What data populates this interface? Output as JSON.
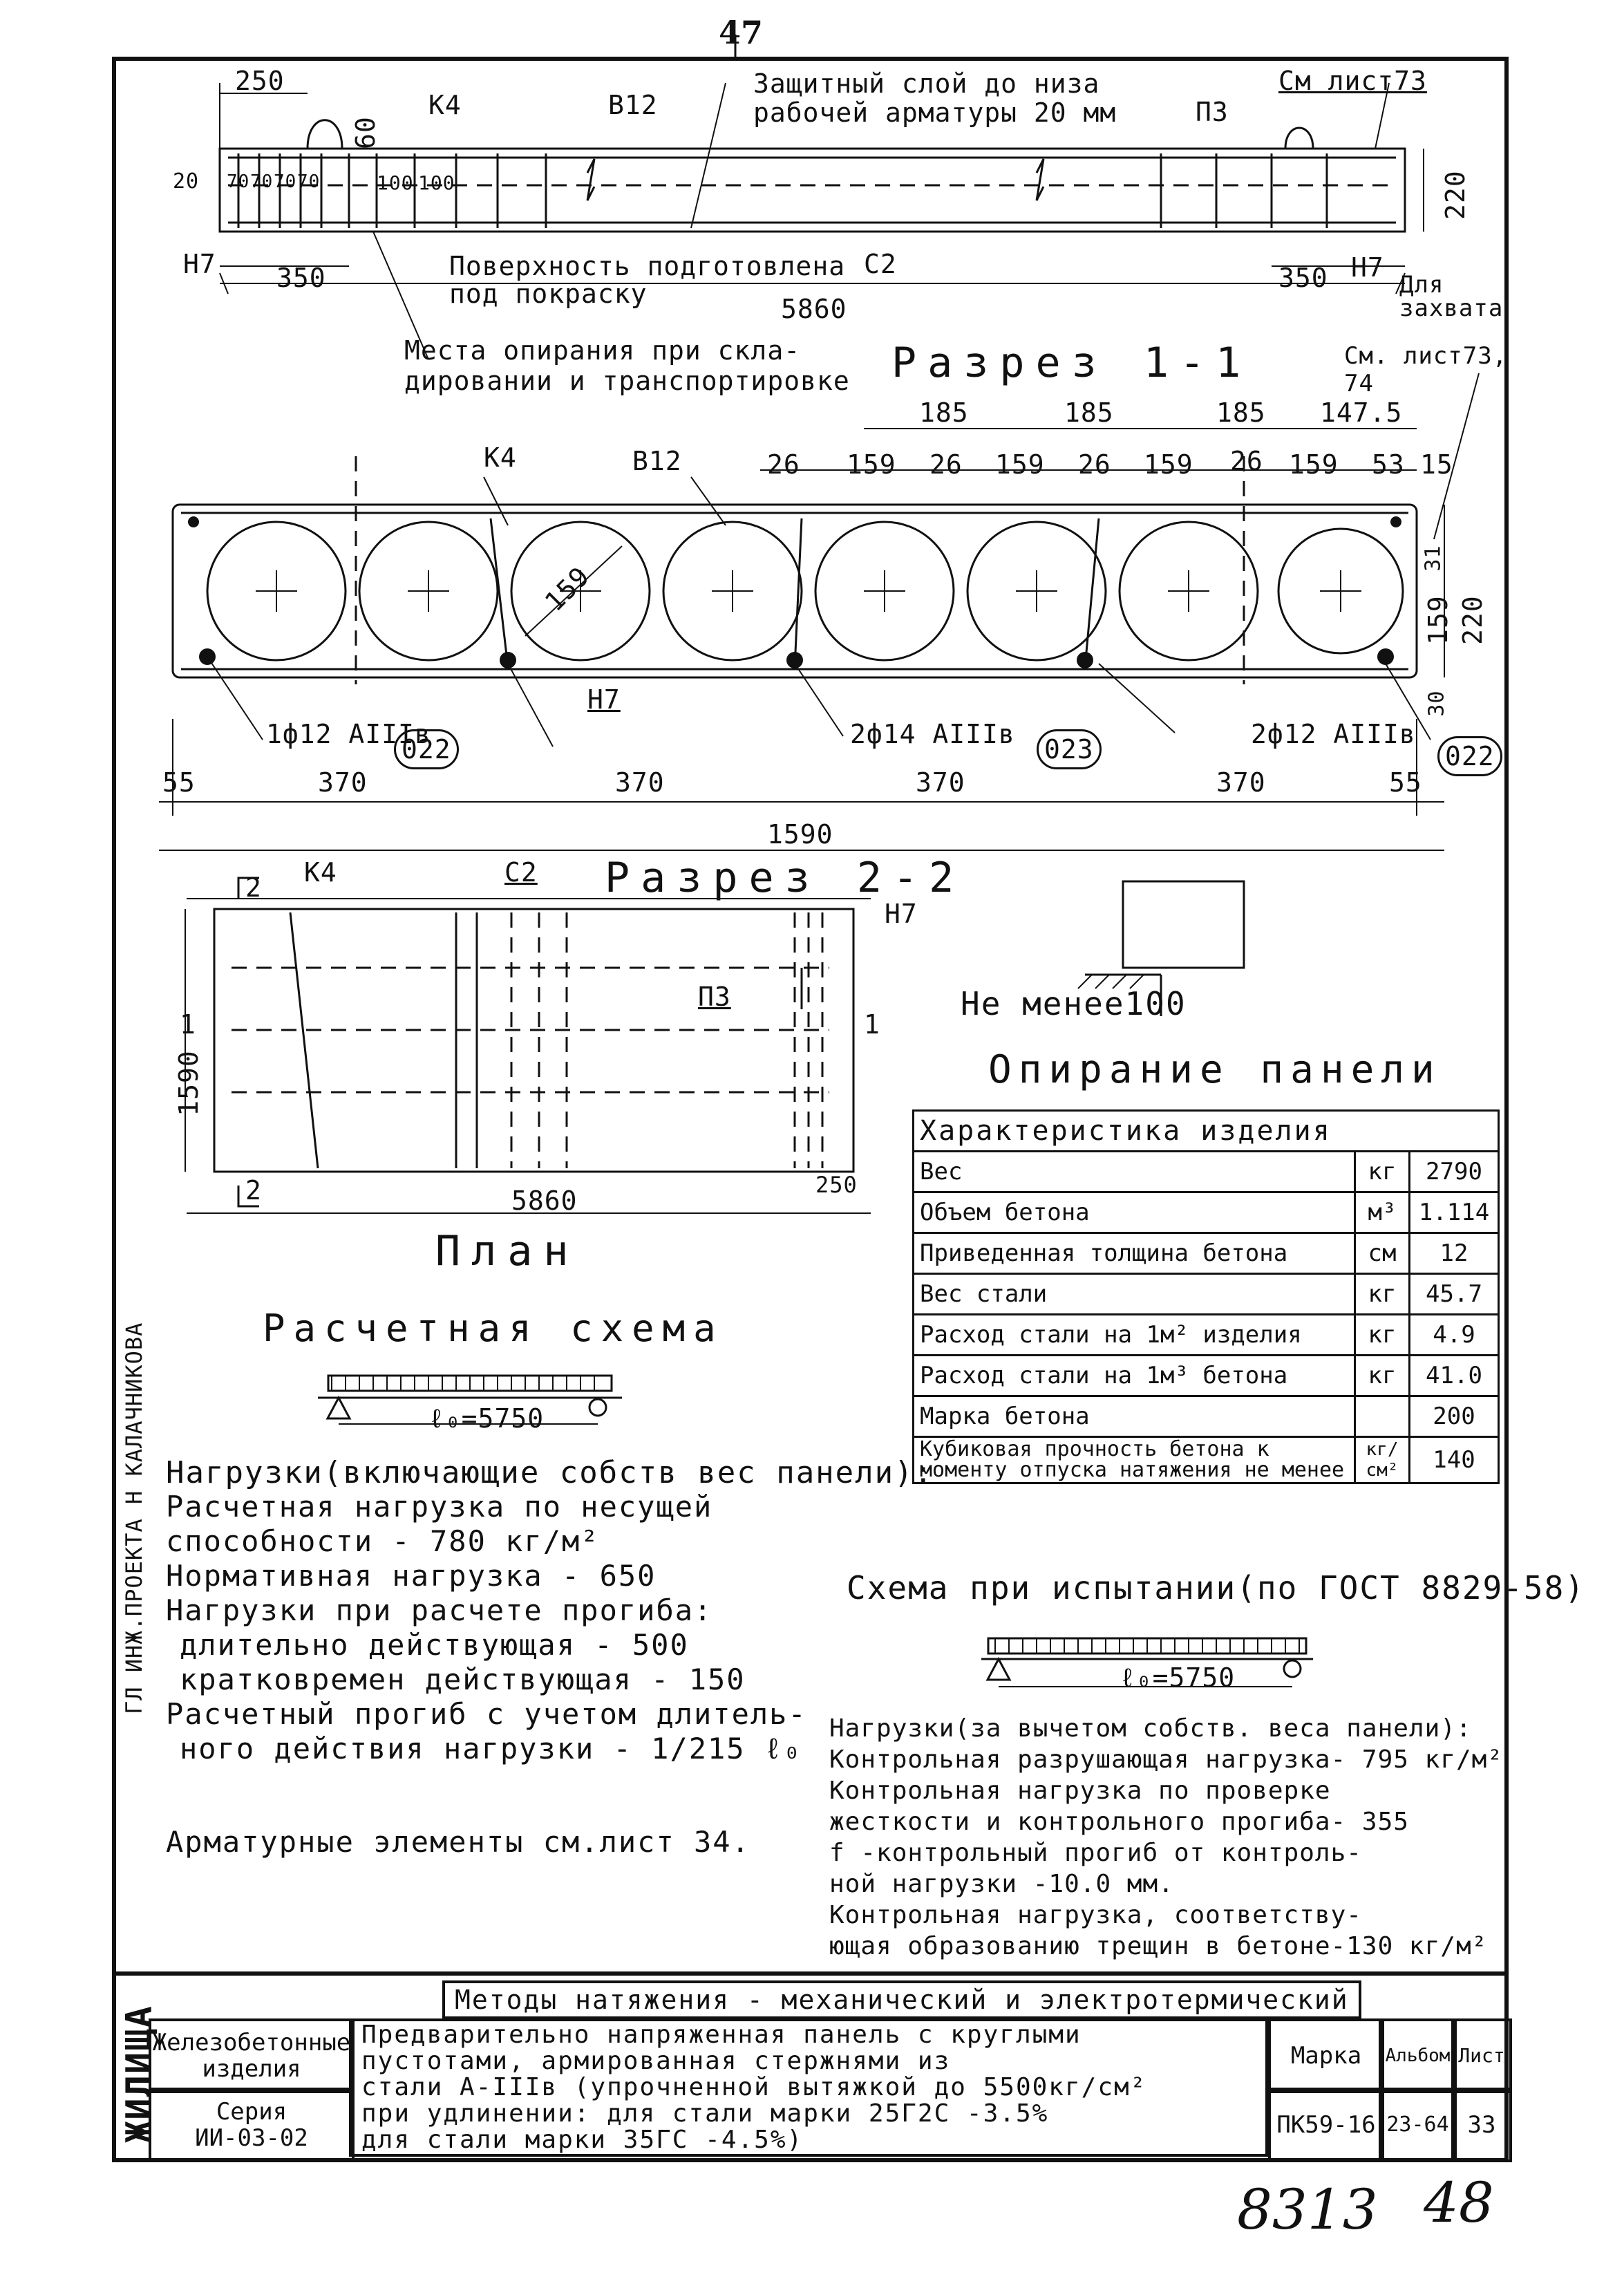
{
  "page": {
    "top_number": "47",
    "handwritten_numbers": [
      "8313",
      "48"
    ],
    "left_margin_vertical": "ГЛ ИНЖ.ПРОЕКТА          Н КАЛАЧНИКОВА",
    "left_margin_bottom_vertical": "ЖИЛИЩА"
  },
  "elevation": {
    "dims_top": [
      "250",
      "60"
    ],
    "labels": [
      "К4",
      "В12",
      "П3",
      "Н7",
      "Н7",
      "С2"
    ],
    "spacing": [
      "20",
      "70",
      "70",
      "70",
      "70",
      "100",
      "100"
    ],
    "height": "220",
    "support_dims": [
      "350",
      "350"
    ],
    "length": "5860",
    "note_protective_layer": "Защитный слой до низа\nрабочей арматуры 20 мм",
    "note_sheet": "См лист73",
    "note_surface": "Поверхность подготовлена\nпод покраску",
    "note_supports": "Места опирания при скла-\nдировании и транспортировке",
    "note_grip": "Для\nзахвата"
  },
  "section_1_1": {
    "title": "Разрез 1-1",
    "sheet_ref": "См. лист73,\n74",
    "top_dims": [
      "185",
      "185",
      "185",
      "147.5"
    ],
    "sub_dims": [
      "26",
      "159",
      "26",
      "159",
      "26",
      "159",
      "26",
      "159",
      "53",
      "15"
    ],
    "labels": [
      "К4",
      "В12",
      "Н7"
    ],
    "diameter": "159",
    "right_dims": [
      "31",
      "159",
      "220",
      "30"
    ],
    "rebar_1": "1ф12 АIIIв",
    "rebar_2": "2ф14 АIIIв",
    "rebar_3": "2ф12 АIIIв",
    "marks": [
      "022",
      "023",
      "022"
    ],
    "bottom_dims": [
      "55",
      "370",
      "370",
      "370",
      "370",
      "55"
    ],
    "total_width": "1590"
  },
  "section_2_2": {
    "title": "Разрез 2-2",
    "labels": [
      "К4",
      "С2",
      "Н7",
      "П3"
    ],
    "markers": [
      "2",
      "1",
      "1",
      "2"
    ],
    "width": "1590",
    "length": "5860",
    "end_dim": "250",
    "plan_label": "План"
  },
  "support": {
    "label": "Не менее100",
    "title": "Опирание панели"
  },
  "specs": {
    "header": "Характеристика изделия",
    "rows": [
      {
        "name": "Вес",
        "unit": "кг",
        "value": "2790"
      },
      {
        "name": "Объем бетона",
        "unit": "м³",
        "value": "1.114"
      },
      {
        "name": "Приведенная толщина бетона",
        "unit": "см",
        "value": "12"
      },
      {
        "name": "Вес стали",
        "unit": "кг",
        "value": "45.7"
      },
      {
        "name": "Расход стали на 1м² изделия",
        "unit": "кг",
        "value": "4.9"
      },
      {
        "name": "Расход стали на 1м³ бетона",
        "unit": "кг",
        "value": "41.0"
      },
      {
        "name": "Марка бетона",
        "unit": "",
        "value": "200"
      },
      {
        "name": "Кубиковая прочность бетона к моменту отпуска натяжения не менее",
        "unit": "кг/см²",
        "value": "140"
      }
    ]
  },
  "calc_scheme": {
    "title": "Расчетная схема",
    "span": "ℓ₀=5750",
    "loads_header": "Нагрузки(включающие собств вес панели):",
    "lines": [
      "Расчетная нагрузка по несущей",
      "способности               - 780 кг/м²",
      "Нормативная нагрузка      - 650",
      "Нагрузки при расчете прогиба:",
      "длительно действующая     - 500",
      "кратковремен действующая  - 150",
      "Расчетный прогиб с учетом длитель-",
      "ного действия нагрузки  - 1/215 ℓ₀"
    ],
    "reinforcement_note": "Арматурные элементы см.лист 34."
  },
  "test_scheme": {
    "title": "Схема при испытании(по ГОСТ 8829-58)",
    "span": "ℓ₀=5750",
    "loads_header": "Нагрузки(за вычетом собств. веса панели):",
    "lines": [
      "Контрольная разрушающая нагрузка- 795 кг/м²",
      "Контрольная нагрузка по проверке",
      "жесткости и контрольного прогиба- 355",
      "f -контрольный прогиб от контроль-",
      "ной нагрузки              -10.0  мм.",
      "Контрольная нагрузка, соответству-",
      "ющая образованию трещин в бетоне-130 кг/м²"
    ]
  },
  "methods_bar": "Методы натяжения - механический и электротермический",
  "title_block": {
    "category": "Железобетонные\nизделия",
    "series_label": "Серия",
    "series": "ИИ-03-02",
    "description": "Предварительно напряженная панель с круглыми\nпустотами, армированная стержнями из\nстали А-IIIв (упрочненной вытяжкой до 5500кг/см²\nпри удлинении: для стали марки 25Г2С -3.5%\n                для стали марки 35ГС -4.5%)",
    "header_mark": "Марка",
    "header_album": "Альбом",
    "header_sheet": "Лист",
    "mark": "ПК59-16",
    "album": "23-64",
    "sheet": "33"
  }
}
